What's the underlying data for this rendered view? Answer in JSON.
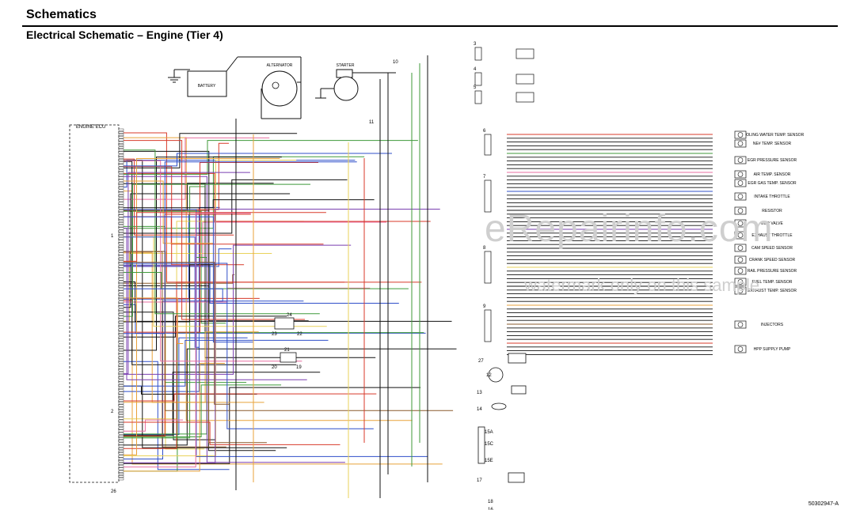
{
  "page": {
    "title": "Schematics",
    "subtitle": "Electrical Schematic – Engine (Tier 4)",
    "doc_id": "50302947-A"
  },
  "watermark": {
    "brand": "eRepairinfo.com",
    "note": "watermark only on this sample"
  },
  "components": {
    "battery": "BATTERY",
    "alternator": "ALTERNATOR",
    "starter": "STARTER",
    "ecu": "ENGINE ECU",
    "ecu_pin1": "1",
    "ecu_pin2": "2"
  },
  "connectors": [
    "3",
    "4",
    "5",
    "6",
    "7",
    "8",
    "9"
  ],
  "node_numbers": {
    "n10": "10",
    "n11": "11",
    "n24": "24",
    "n23": "23",
    "n22": "22",
    "n21": "21",
    "n20": "20",
    "n19": "19",
    "n27": "27",
    "n12": "12",
    "n13": "13",
    "n14": "14",
    "n15a": "15A",
    "n15c": "15C",
    "n15e": "15E",
    "n17": "17",
    "n18": "18",
    "n16": "16",
    "n26": "26"
  },
  "sensors": [
    "COOLING WATER TEMP. SENSOR",
    "NE# TEMP. SENSOR",
    "EGR PRESSURE SENSOR",
    "AIR TEMP. SENSOR",
    "EGR GAS TEMP. SENSOR",
    "INTAKE THROTTLE",
    "RESISTOR",
    "EGR VALVE",
    "EXHAUST THROTTLE",
    "CAM SPEED SENSOR",
    "CRANK SPEED SENSOR",
    "RAIL PRESSURE SENSOR",
    "FUEL TEMP. SENSOR",
    "EXHAUST TEMP. SENSOR",
    "INJECTORS",
    "HPP SUPPLY PUMP"
  ],
  "colors": {
    "red": "#d83a2a",
    "orange": "#e8a23a",
    "yellow": "#e9d25a",
    "purple": "#7a3fb0",
    "blue": "#2f4fc9",
    "green": "#3f9a3a",
    "brown": "#8a5a2b",
    "pink": "#e86ea0",
    "black": "#111111"
  }
}
